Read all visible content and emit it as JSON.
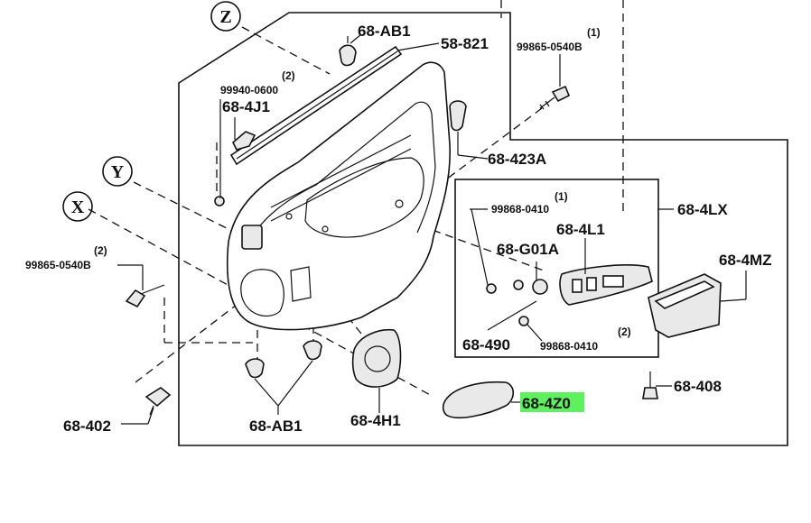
{
  "callouts": {
    "z": "Z",
    "y": "Y",
    "x": "X"
  },
  "labels": {
    "ab1_top": "68-AB1",
    "p58_821": "58-821",
    "p99865_top": "99865-0540B",
    "p99865_top_qty": "(1)",
    "p99940": "99940-0600",
    "p99940_qty": "(2)",
    "p4j1": "68-4J1",
    "p423a": "68-423A",
    "p99868_top": "99868-0410",
    "p99868_top_qty": "(1)",
    "p4l1": "68-4L1",
    "p4lx": "68-4LX",
    "pg01a": "68-G01A",
    "p4mz": "68-4MZ",
    "p99865_left": "99865-0540B",
    "p99865_left_qty": "(2)",
    "p490": "68-490",
    "p99868_bot": "99868-0410",
    "p99868_bot_qty": "(2)",
    "p408": "68-408",
    "p4z0": "68-4Z0",
    "p402": "68-402",
    "ab1_bottom": "68-AB1",
    "p4h1": "68-4H1"
  },
  "highlight_color": "#5ef05e"
}
